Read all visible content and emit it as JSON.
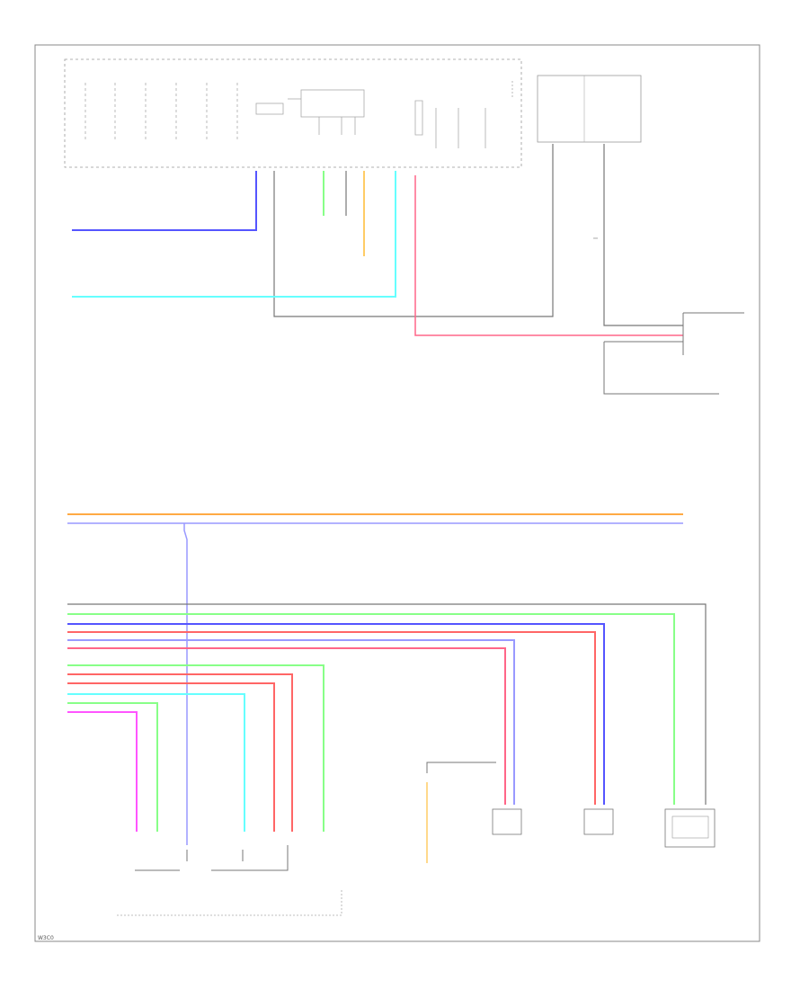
{
  "colors": {
    "frame": "#888888",
    "gray": "#777777",
    "blue": "#5555ff",
    "light_blue": "#66ffff",
    "green": "#88ff88",
    "orange": "#ffaa44",
    "red": "#ff6666",
    "pink": "#ff7799",
    "violet": "#ff55ff",
    "lavender": "#aaaaff",
    "dark_gray": "#555555",
    "yellow_orange": "#ffcc66"
  },
  "labels": {
    "corner_code": "W3C0"
  },
  "wires": {
    "group_a": [
      "gray",
      "green",
      "blue",
      "red",
      "pink",
      "lavender",
      "green",
      "red",
      "red",
      "light_blue",
      "green",
      "violet"
    ]
  }
}
